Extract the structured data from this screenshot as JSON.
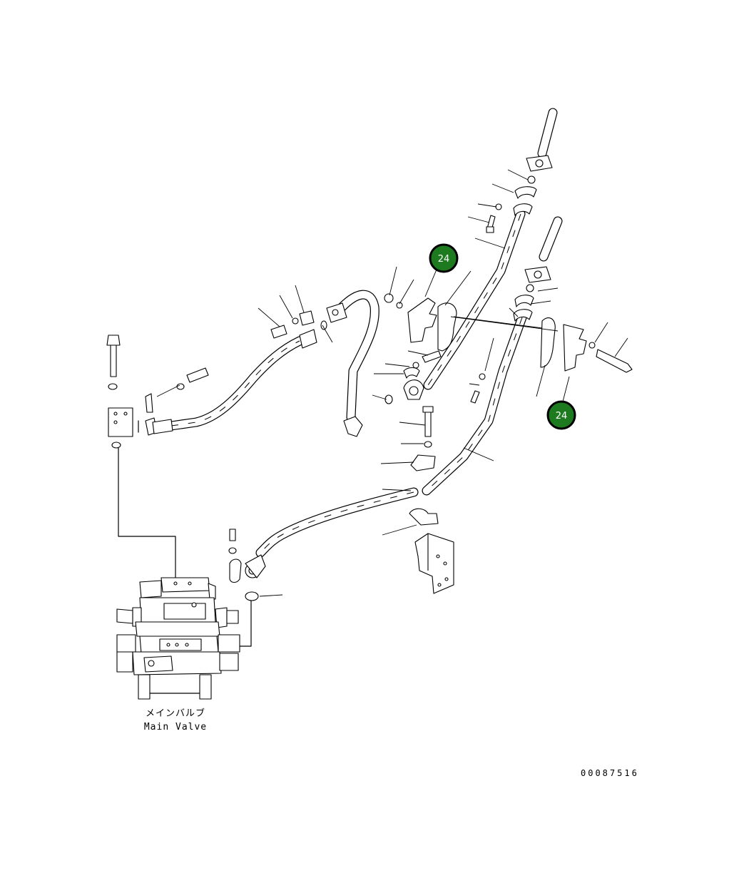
{
  "callouts": [
    {
      "number": "24",
      "color": "#1e7a1e"
    },
    {
      "number": "24",
      "color": "#1e7a1e"
    }
  ],
  "main_valve": {
    "label_jp": "メインバルブ",
    "label_en": "Main Valve"
  },
  "drawing_code": "00087516"
}
